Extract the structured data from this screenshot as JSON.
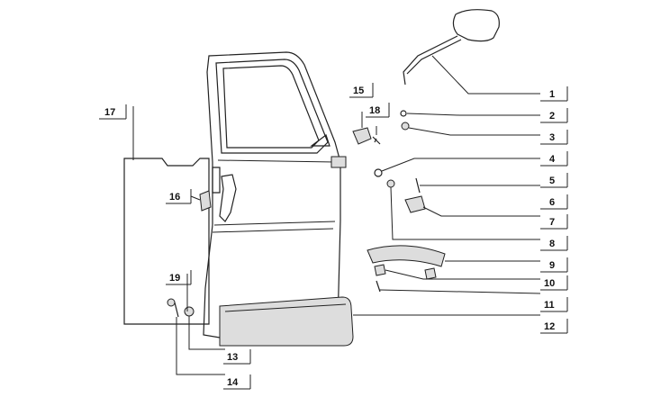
{
  "callouts": {
    "n1": "1",
    "n2": "2",
    "n3": "3",
    "n4": "4",
    "n5": "5",
    "n6": "6",
    "n7": "7",
    "n8": "8",
    "n9": "9",
    "n10": "10",
    "n11": "11",
    "n12": "12",
    "n13": "13",
    "n14": "14",
    "n15": "15",
    "n16": "16",
    "n17": "17",
    "n18": "18",
    "n19": "19"
  }
}
